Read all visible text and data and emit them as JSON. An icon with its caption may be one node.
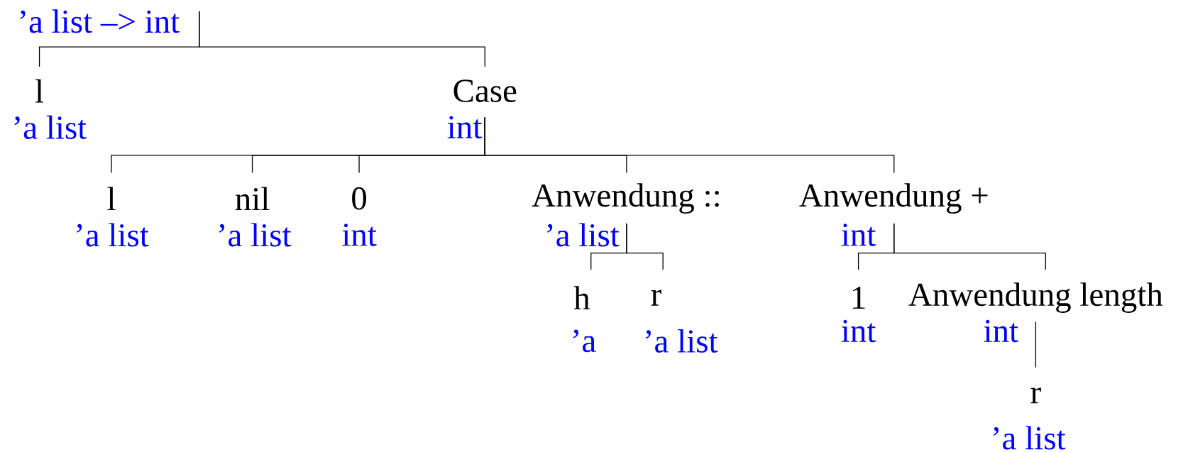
{
  "diagram": {
    "nodes": [
      {
        "text": [
          "’a list –> int"
        ]
      },
      {
        "text": [
          "l",
          "’a list"
        ]
      },
      {
        "text": [
          "Case",
          "int"
        ]
      },
      {
        "text": [
          "l",
          "’a list"
        ]
      },
      {
        "text": [
          "nil",
          "’a list"
        ]
      },
      {
        "text": [
          "0",
          "int"
        ]
      },
      {
        "text": [
          "Anwendung ::",
          "’a list"
        ]
      },
      {
        "text": [
          "h",
          "’a"
        ]
      },
      {
        "text": [
          "r",
          "’a list"
        ]
      },
      {
        "text": [
          "Anwendung +",
          "int"
        ]
      },
      {
        "text": [
          "1",
          "int"
        ]
      },
      {
        "text": [
          "Anwendung length",
          "int"
        ]
      },
      {
        "text": [
          "r",
          "’a list"
        ]
      }
    ],
    "edges": [
      {
        "from": 0,
        "to": 1,
        "arrow": "none"
      },
      {
        "from": 0,
        "to": 2,
        "arrow": "none"
      },
      {
        "from": 2,
        "to": 3,
        "arrow": "none"
      },
      {
        "from": 2,
        "to": 4,
        "arrow": "none"
      },
      {
        "from": 2,
        "to": 5,
        "arrow": "none"
      },
      {
        "from": 2,
        "to": 6,
        "arrow": "none"
      },
      {
        "from": 2,
        "to": 9,
        "arrow": "none"
      },
      {
        "from": 6,
        "to": 7,
        "arrow": "none"
      },
      {
        "from": 6,
        "to": 8,
        "arrow": "none"
      },
      {
        "from": 9,
        "to": 10,
        "arrow": "none"
      },
      {
        "from": 9,
        "to": 11,
        "arrow": "none"
      },
      {
        "from": 11,
        "to": 12,
        "arrow": "none"
      }
    ]
  }
}
